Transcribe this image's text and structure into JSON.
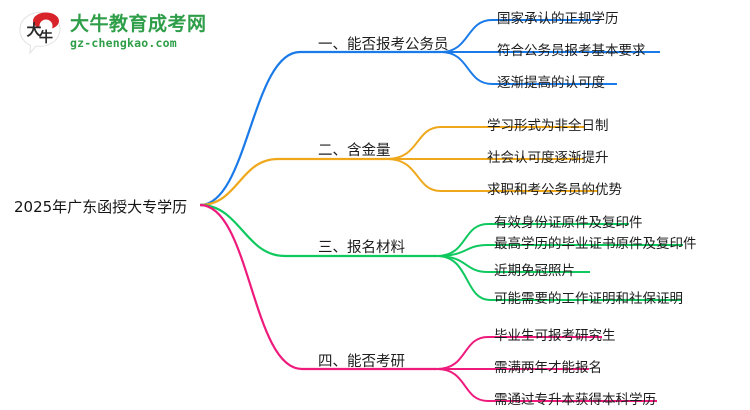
{
  "logo": {
    "mark_text": "大牛",
    "title": "大牛教育成考网",
    "subtitle": "gz-chengkao.com",
    "brand_color": "#2f9e49",
    "mark_color": "#d8232a"
  },
  "mindmap": {
    "root": {
      "label": "2025年广东函授大专学历"
    },
    "branches": [
      {
        "label": "一、能否报考公务员",
        "color": "#1a7ae8",
        "children": [
          {
            "label": "国家承认的正规学历"
          },
          {
            "label": "符合公务员报考基本要求"
          },
          {
            "label": "逐渐提高的认可度"
          }
        ]
      },
      {
        "label": "二、含金量",
        "color": "#efa81b",
        "children": [
          {
            "label": "学习形式为非全日制"
          },
          {
            "label": "社会认可度逐渐提升"
          },
          {
            "label": "求职和考公务员的优势"
          }
        ]
      },
      {
        "label": "三、报名材料",
        "color": "#0fc95f",
        "children": [
          {
            "label": "有效身份证原件及复印件"
          },
          {
            "label": "最高学历的毕业证书原件及复印件"
          },
          {
            "label": "近期免冠照片"
          },
          {
            "label": "可能需要的工作证明和社保证明"
          }
        ]
      },
      {
        "label": "四、能否考研",
        "color": "#ee1b7d",
        "children": [
          {
            "label": "毕业生可报考研究生"
          },
          {
            "label": "需满两年才能报名"
          },
          {
            "label": "需通过专升本获得本科学历"
          }
        ]
      }
    ]
  }
}
